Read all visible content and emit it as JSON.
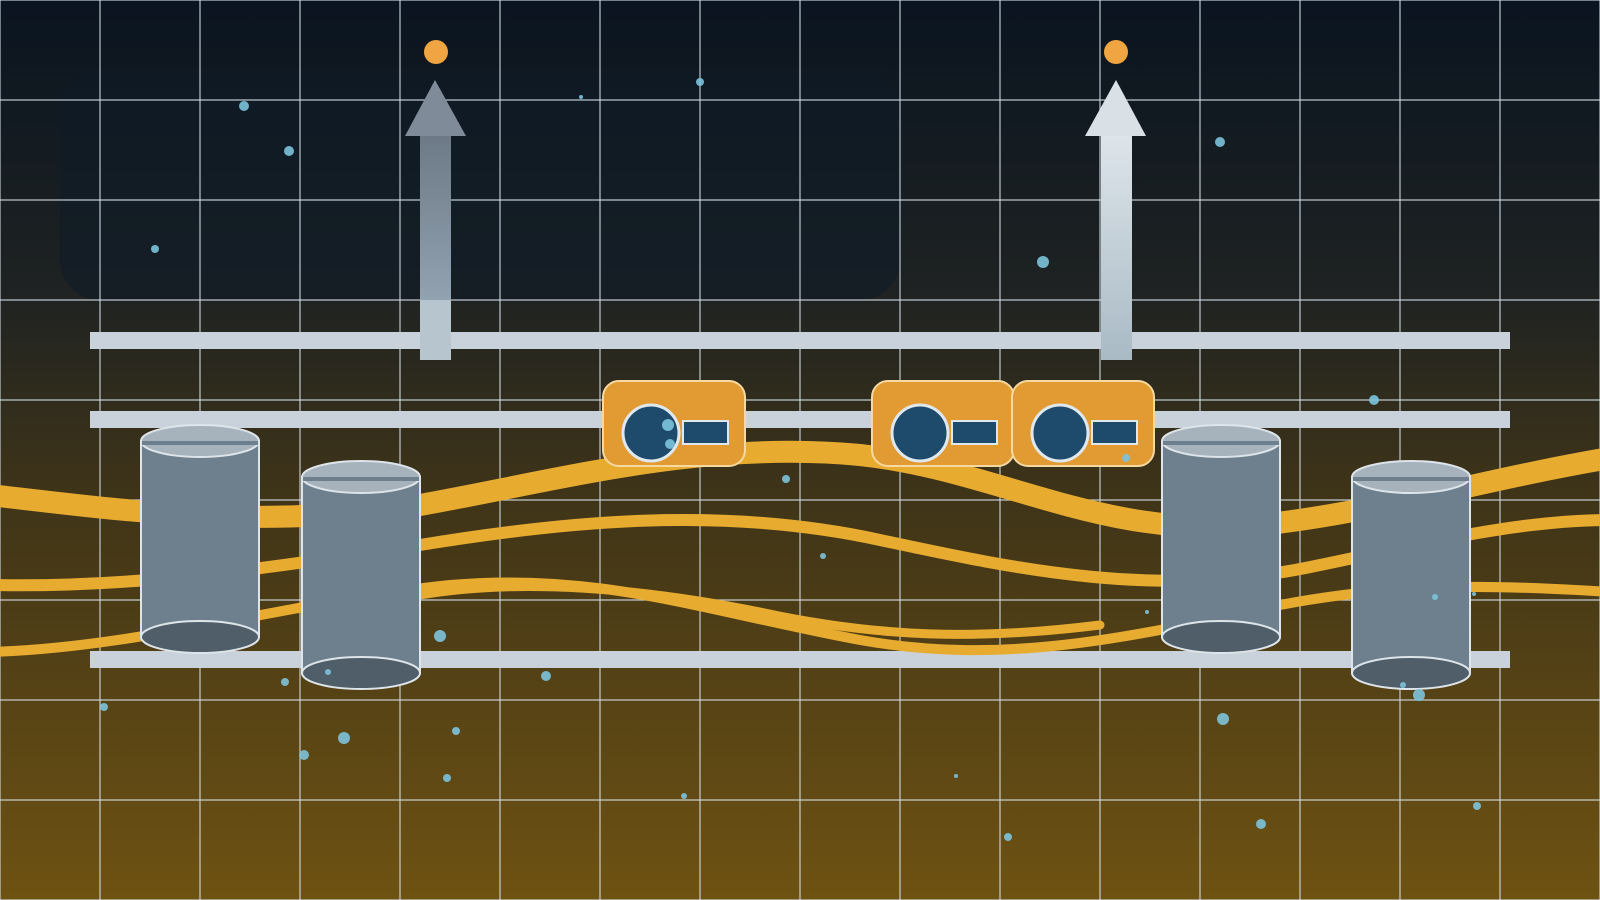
{
  "colors": {
    "sky_top": "#0a1420",
    "sky_mid": "#2a2a1e",
    "ground": "#6e5212",
    "grid": "#d8e3ec",
    "rail": "#c9d2da",
    "cylinder_body": "#6e808d",
    "cylinder_cap": "#a7b3bc",
    "cylinder_base": "#4f5e69",
    "module_fill": "#e29a32",
    "module_stroke": "#f6d9a0",
    "module_port": "#1e4b6b",
    "stream": "#e7ab30",
    "arrow_dim": "#7f8b98",
    "arrow_light": "#d9e1e7",
    "indicator": "#f0a442",
    "particle": "#7cc3dc",
    "backdrop_panel": "#0f1b28"
  },
  "icons": [
    "exhaust-arrow-icon",
    "cylinder-tank-icon",
    "processing-module-icon",
    "indicator-dot-icon",
    "particle-icon"
  ],
  "scene": {
    "exhaust_arrows": [
      {
        "name": "left",
        "tone": "dim"
      },
      {
        "name": "right",
        "tone": "light"
      }
    ],
    "tanks": [
      "tank-1",
      "tank-2",
      "tank-3",
      "tank-4"
    ],
    "modules": [
      "module-1",
      "module-2",
      "module-3"
    ],
    "rails": [
      "upper-rail",
      "middle-rail",
      "lower-rail"
    ]
  }
}
